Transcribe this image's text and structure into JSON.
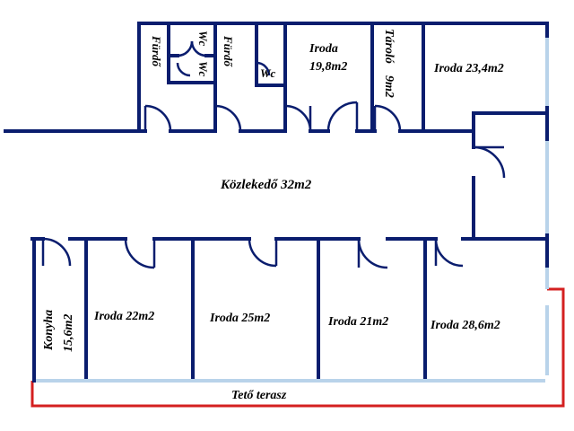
{
  "floorplan": {
    "rooms": {
      "furdo_left": "Fürdő",
      "wc_top": "Wc",
      "wc_mid": "Wc",
      "furdo_right": "Fürdő",
      "wc_small": "Wc",
      "iroda_top1_name": "Iroda",
      "iroda_top1_area": "19,8m2",
      "tarolo_name": "Tároló",
      "tarolo_area": "9m2",
      "iroda_top2": "Iroda 23,4m2",
      "kozlekedo": "Közlekedő 32m2",
      "konyha_name": "Konyha",
      "konyha_area": "15,6m2",
      "iroda_b1": "Iroda 22m2",
      "iroda_b2": "Iroda 25m2",
      "iroda_b3": "Iroda 21m2",
      "iroda_b4": "Iroda 28,6m2",
      "terasz": "Tető terasz"
    },
    "colors": {
      "wall": "#0a1d6e",
      "window": "#b9d3ea",
      "terrace": "#d42020",
      "door": "#0a1d6e",
      "text": "#000000"
    }
  }
}
